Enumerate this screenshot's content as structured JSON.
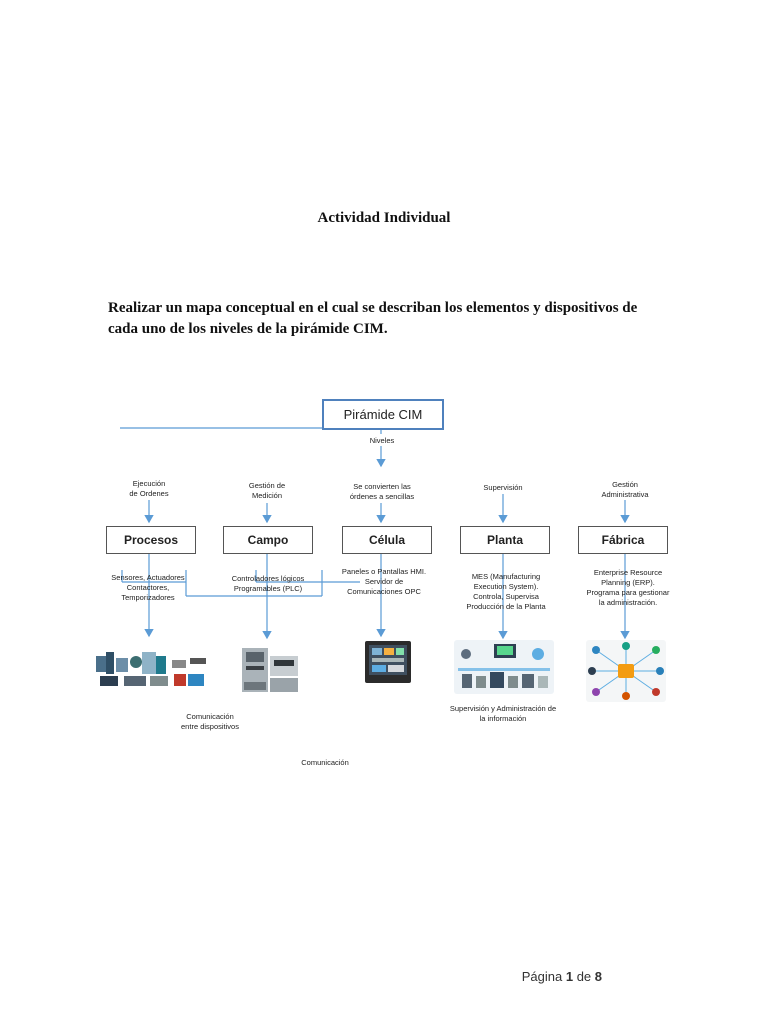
{
  "document": {
    "title": "Actividad Individual",
    "instruction_lines": [
      "Realizar un mapa conceptual en el cual se describan los elementos y dispositivos de",
      "cada uno de los niveles de la pirámide CIM."
    ]
  },
  "diagram": {
    "root": "Pirámide CIM",
    "root_link": "Niveles",
    "levels": [
      {
        "name": "Procesos",
        "function_lines": [
          "Ejecución",
          "de Ordenes"
        ],
        "devices_lines": [
          "Sensores, Actuadores",
          "Contactores,",
          "Temporizadores"
        ],
        "image": "sensors-actuators-image"
      },
      {
        "name": "Campo",
        "function_lines": [
          "Gestión de",
          "Medición"
        ],
        "devices_lines": [
          "Controladores lógicos",
          "Programables (PLC)"
        ],
        "image": "plc-image"
      },
      {
        "name": "Célula",
        "function_lines": [
          "Se convierten las",
          "órdenes a sencillas"
        ],
        "devices_lines": [
          "Paneles o Pantallas HMI.",
          "Servidor de",
          "Comunicaciones OPC"
        ],
        "image": "hmi-panel-image"
      },
      {
        "name": "Planta",
        "function_lines": [
          "Supervisión"
        ],
        "devices_lines": [
          "MES (Manufacturing",
          "Execution System).",
          "Controla, Supervisa",
          "Producción de la Planta"
        ],
        "image": "mes-dashboard-image"
      },
      {
        "name": "Fábrica",
        "function_lines": [
          "Gestión",
          "Administrativa"
        ],
        "devices_lines": [
          "Enterprise Resource",
          "Planning (ERP).",
          "Programa para gestionar",
          "la administración."
        ],
        "image": "erp-diagram-image"
      }
    ],
    "notes": {
      "comm_devices_lines": [
        "Comunicación",
        "entre dispositivos"
      ],
      "comm": "Comunicación",
      "supervision_lines": [
        "Supervisión y Administración  de",
        "la información"
      ]
    },
    "colors": {
      "arrow": "#5b9bd5",
      "root_border": "#4f81bd"
    }
  },
  "footer": {
    "prefix": "Página ",
    "page": "1",
    "mid": " de ",
    "total": "8"
  }
}
